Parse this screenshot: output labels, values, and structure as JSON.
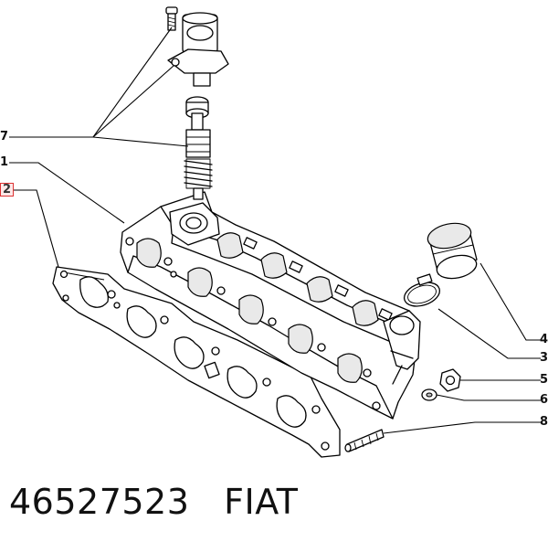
{
  "callouts": [
    {
      "label": "7",
      "style": "plain"
    },
    {
      "label": "1",
      "style": "plain"
    },
    {
      "label": "2",
      "style": "highlight"
    },
    {
      "label": "4",
      "style": "plain"
    },
    {
      "label": "3",
      "style": "plain"
    },
    {
      "label": "5",
      "style": "plain"
    },
    {
      "label": "6",
      "style": "plain"
    },
    {
      "label": "8",
      "style": "plain"
    }
  ],
  "caption": {
    "part_number": "46527523",
    "brand": "FIAT"
  },
  "colors": {
    "line": "#000000",
    "highlight_border": "#dd3333",
    "highlight_fill": "#fde8e8"
  }
}
